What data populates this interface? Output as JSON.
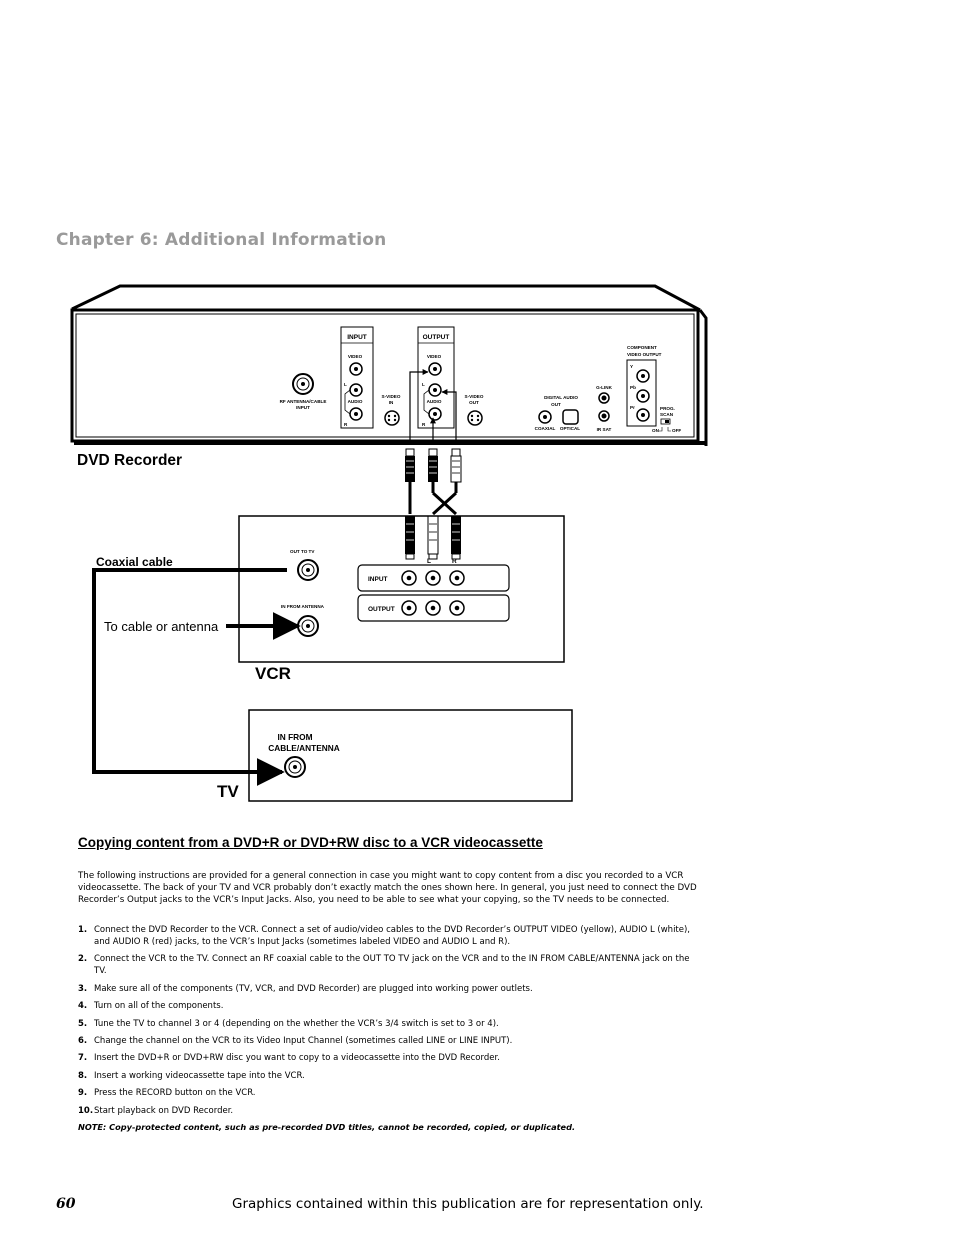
{
  "chapter_title": "Chapter 6: Additional Information",
  "diagram": {
    "dvd_recorder": {
      "title": "DVD Recorder",
      "rf_jack_label_1": "RF ANTENNA/CABLE",
      "rf_jack_label_2": "INPUT",
      "input_panel": {
        "title": "INPUT",
        "video": "VIDEO",
        "audio": "AUDIO",
        "l": "L",
        "r": "R"
      },
      "svideo_in_1": "S-VIDEO",
      "svideo_in_2": "IN",
      "output_panel": {
        "title": "OUTPUT",
        "video": "VIDEO",
        "audio": "AUDIO",
        "l": "L",
        "r": "R"
      },
      "svideo_out_1": "S-VIDEO",
      "svideo_out_2": "OUT",
      "digital_audio_1": "DIGITAL AUDIO",
      "digital_audio_2": "OUT",
      "coaxial": "COAXIAL",
      "optical": "OPTICAL",
      "glink": "G-LINK",
      "ir_sat": "IR SAT",
      "component_1": "COMPONENT",
      "component_2": "VIDEO OUTPUT",
      "y": "Y",
      "pb": "Pb",
      "pr": "Pr",
      "prog_1": "PROG.",
      "prog_2": "SCAN",
      "on": "ON",
      "off": "OFF"
    },
    "cable_labels": {
      "l": "L",
      "r": "R"
    },
    "vcr": {
      "title": "VCR",
      "out_to_tv": "OUT TO TV",
      "in_from_antenna": "IN FROM ANTENNA",
      "input": "INPUT",
      "output": "OUTPUT",
      "l": "L",
      "r": "R"
    },
    "tv": {
      "title": "TV",
      "in_from_1": "IN FROM",
      "in_from_2": "CABLE/ANTENNA"
    },
    "coaxial_cable": "Coaxial cable",
    "to_cable": "To cable or antenna"
  },
  "section_heading": "Copying content from a DVD+R or DVD+RW disc to a VCR videocassette",
  "intro": "The following instructions are provided for a general connection in case you might want to copy content from a disc you recorded to a VCR videocassette. The back of your TV and VCR probably don’t exactly match the ones shown here. In general, you just need to connect the DVD Recorder’s Output jacks to the VCR’s Input Jacks. Also, you need to be able to see what your copying, so the TV needs to be connected.",
  "steps": [
    {
      "num": "1.",
      "text": "Connect the DVD Recorder to the VCR. Connect a set of audio/video cables to the DVD Recorder’s OUTPUT VIDEO (yellow), AUDIO L (white), and AUDIO  R (red) jacks, to the VCR’s Input Jacks (sometimes labeled VIDEO and AUDIO L and R)."
    },
    {
      "num": "2.",
      "text": "Connect the VCR to the TV. Connect an RF coaxial cable to the OUT TO TV jack on the VCR and to the IN FROM CABLE/ANTENNA jack on the TV."
    },
    {
      "num": "3.",
      "text": "Make sure all of the components (TV, VCR, and DVD Recorder) are plugged into working power outlets."
    },
    {
      "num": "4.",
      "text": "Turn on all of the components."
    },
    {
      "num": "5.",
      "text": "Tune the TV to channel 3 or 4 (depending on the whether the VCR’s 3/4 switch is set to 3 or 4)."
    },
    {
      "num": "6.",
      "text": "Change the channel on the VCR to its Video Input Channel (sometimes called LINE or LINE INPUT)."
    },
    {
      "num": "7.",
      "text": "Insert the DVD+R or DVD+RW disc you want to copy to a videocassette into the DVD Recorder."
    },
    {
      "num": "8.",
      "text": "Insert a working videocassette tape into the VCR."
    },
    {
      "num": "9.",
      "text": "Press the RECORD button on the VCR."
    },
    {
      "num": "10.",
      "text": "Start playback on DVD Recorder."
    }
  ],
  "note": "NOTE: Copy-protected content, such as pre-recorded DVD titles, cannot be recorded, copied, or duplicated.",
  "page_number": "60",
  "footer": "Graphics contained within this publication are for representation only."
}
